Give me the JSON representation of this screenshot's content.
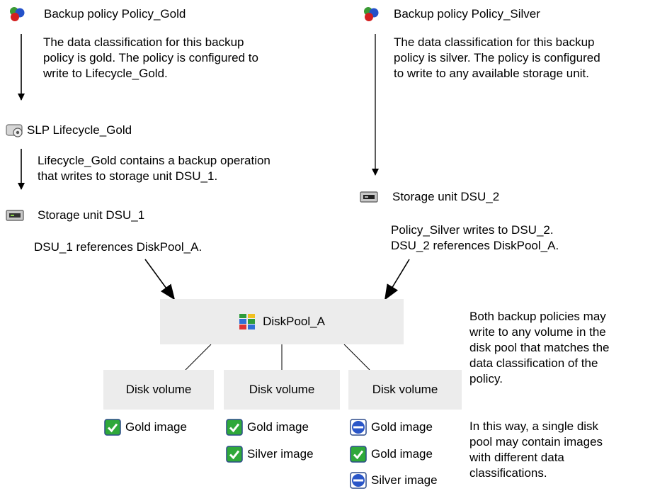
{
  "policy_gold": {
    "title": "Backup policy Policy_Gold",
    "description": [
      "The data classification for this backup",
      "policy is gold. The policy is configured to",
      "write to Lifecycle_Gold."
    ]
  },
  "policy_silver": {
    "title": "Backup policy Policy_Silver",
    "description": [
      "The data classification for this backup",
      "policy is silver. The policy is configured",
      "to write to any available storage unit."
    ]
  },
  "slp_gold": {
    "title": "SLP Lifecycle_Gold",
    "description": [
      "Lifecycle_Gold contains a backup operation",
      "that writes to storage unit DSU_1."
    ]
  },
  "dsu1": {
    "title": "Storage unit DSU_1",
    "description": [
      "DSU_1 references DiskPool_A."
    ]
  },
  "dsu2": {
    "title": "Storage unit DSU_2",
    "description": [
      "Policy_Silver writes to DSU_2.",
      "DSU_2 references DiskPool_A."
    ]
  },
  "diskpool": {
    "label": "DiskPool_A"
  },
  "volumes": [
    {
      "label": "Disk volume",
      "images": [
        {
          "label": "Gold image",
          "icon": "check-icon"
        }
      ]
    },
    {
      "label": "Disk volume",
      "images": [
        {
          "label": "Gold image",
          "icon": "check-icon"
        },
        {
          "label": "Silver image",
          "icon": "check-icon"
        }
      ]
    },
    {
      "label": "Disk volume",
      "images": [
        {
          "label": "Gold image",
          "icon": "no-entry-icon"
        },
        {
          "label": "Gold image",
          "icon": "check-icon"
        },
        {
          "label": "Silver image",
          "icon": "no-entry-icon"
        }
      ]
    }
  ],
  "notes": {
    "note1": [
      "Both backup policies may",
      "write to any volume in the",
      "disk pool that matches the",
      "data classification of the",
      "policy."
    ],
    "note2": [
      "In this way, a single disk",
      "pool may contain images",
      "with different data",
      "classifications."
    ]
  }
}
